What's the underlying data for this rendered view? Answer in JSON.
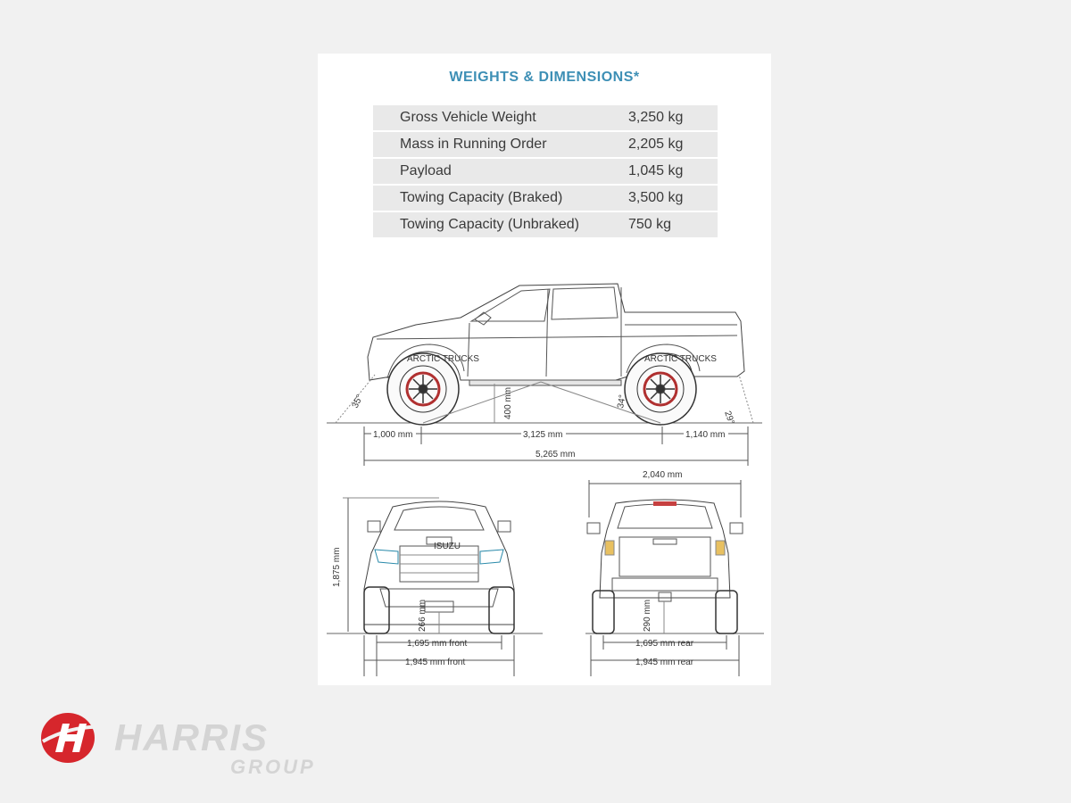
{
  "sheet": {
    "title": "WEIGHTS & DIMENSIONS*",
    "specs": [
      {
        "label": "Gross Vehicle Weight",
        "value": "3,250 kg"
      },
      {
        "label": "Mass in Running Order",
        "value": "2,205 kg"
      },
      {
        "label": "Payload",
        "value": "1,045 kg"
      },
      {
        "label": "Towing Capacity (Braked)",
        "value": "3,500 kg"
      },
      {
        "label": "Towing Capacity (Unbraked)",
        "value": "750 kg"
      }
    ]
  },
  "side_view": {
    "approach_angle": "35°",
    "ground_clearance": "400 mm",
    "ramp_angle": "34°",
    "departure_angle": "29°",
    "front_overhang": "1,000 mm",
    "wheelbase": "3,125 mm",
    "rear_overhang": "1,140 mm",
    "overall_length": "5,265 mm",
    "tire_text": "ARCTIC TRUCKS"
  },
  "front_view": {
    "height": "1,875 mm",
    "ground_clearance": "266 mm",
    "track": "1,695 mm front",
    "overall_width": "1,945 mm front",
    "badge": "ISUZU"
  },
  "rear_view": {
    "width_mirrors": "2,040 mm",
    "ground_clearance": "290 mm",
    "track": "1,695 mm rear",
    "overall_width": "1,945 mm rear"
  },
  "logo": {
    "name": "HARRIS",
    "sub": "GROUP",
    "red": "#d6262c",
    "silver": "#d4d4d4"
  }
}
